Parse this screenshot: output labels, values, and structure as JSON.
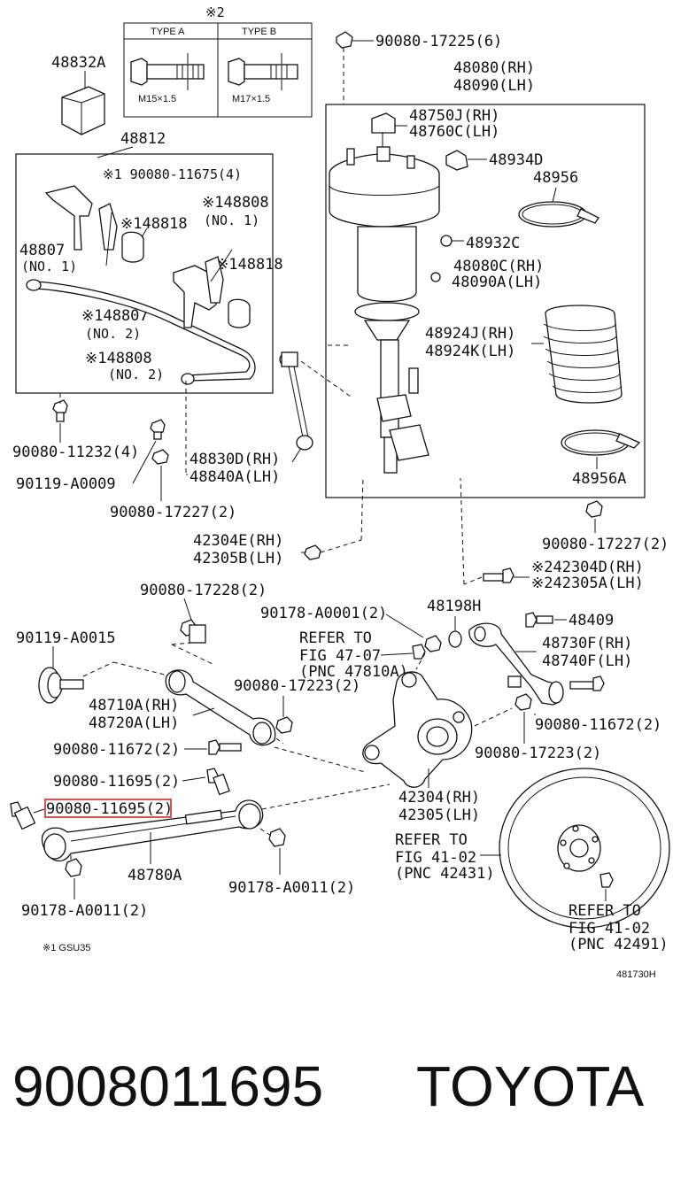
{
  "labels": {
    "note2_header": "※2",
    "type_a": "TYPE A",
    "type_b": "TYPE B",
    "m15": "M15×1.5",
    "m17": "M17×1.5",
    "p48832A": "48832A",
    "p48812": "48812",
    "p90080_11675": "※1 90080-11675(4)",
    "p48808_1": "※148808",
    "p48808_1_note": "(NO. 1)",
    "p48818_a": "※148818",
    "p48818_b": "※148818",
    "p48807_1": "48807",
    "p48807_1_note": "(NO. 1)",
    "p48807_2": "※148807",
    "p48807_2_note": "(NO. 2)",
    "p48808_2": "※148808",
    "p48808_2_note": "(NO. 2)",
    "p90080_11232": "90080-11232(4)",
    "p90119_A0009": "90119-A0009",
    "p48830D": "48830D(RH)",
    "p48840A": "48840A(LH)",
    "p90080_17227_a": "90080-17227(2)",
    "p90080_17225": "90080-17225(6)",
    "p48080": "48080(RH)",
    "p48090": "48090(LH)",
    "p48750J": "48750J(RH)",
    "p48760C": "48760C(LH)",
    "p48934D": "48934D",
    "p48956": "48956",
    "p48932C": "48932C",
    "p48080C": "48080C(RH)",
    "p48090A": "48090A(LH)",
    "p48924J": "48924J(RH)",
    "p48924K": "48924K(LH)",
    "p48956A": "48956A",
    "p90080_17227_b": "90080-17227(2)",
    "p42304E": "42304E(RH)",
    "p42305B": "42305B(LH)",
    "p42304D": "※242304D(RH)",
    "p42305A": "※242305A(LH)",
    "p90080_17228": "90080-17228(2)",
    "p90178_A0001": "90178-A0001(2)",
    "p48198H": "48198H",
    "p48409": "48409",
    "refer1_a": "REFER TO",
    "refer1_b": "FIG 47-07",
    "refer1_c": "(PNC 47810A)",
    "p48730F": "48730F(RH)",
    "p48740F": "48740F(LH)",
    "p90119_A0015": "90119-A0015",
    "p90080_17223_a": "90080-17223(2)",
    "p48710A": "48710A(RH)",
    "p48720A": "48720A(LH)",
    "p90080_11672_a": "90080-11672(2)",
    "p90080_11672_b": "90080-11672(2)",
    "p90080_17223_b": "90080-17223(2)",
    "p90080_11695_a": "90080-11695(2)",
    "p90080_11695_hl": "90080-11695(2)",
    "p42304": "42304(RH)",
    "p42305": "42305(LH)",
    "refer2_a": "REFER TO",
    "refer2_b": "FIG 41-02",
    "refer2_c": "(PNC 42431)",
    "p48780A": "48780A",
    "p90178_A0011_a": "90178-A0011(2)",
    "p90178_A0011_b": "90178-A0011(2)",
    "refer3_a": "REFER TO",
    "refer3_b": "FIG 41-02",
    "refer3_c": "(PNC 42491)",
    "note_gsu": "※1 GSU35",
    "fig_code": "481730H"
  },
  "footer": {
    "part_number": "9008011695",
    "brand": "TOYOTA"
  },
  "colors": {
    "highlight": "#d9534f",
    "ink": "#111111"
  }
}
